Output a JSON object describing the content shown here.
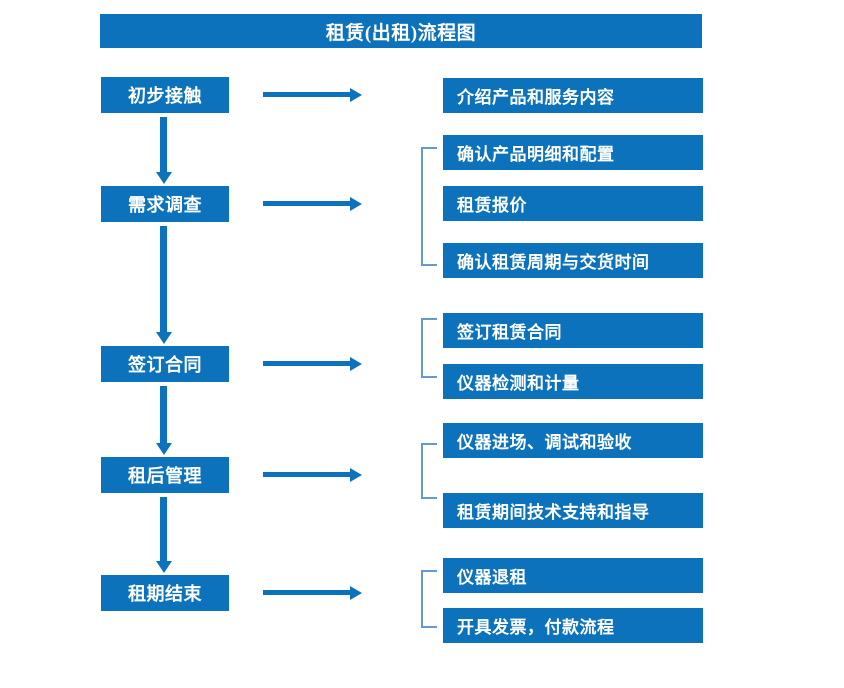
{
  "chart_data": {
    "type": "diagram",
    "title": "租赁(出租)流程图",
    "diagram_kind": "flowchart",
    "orientation": "vertical-with-side-details"
  },
  "title_bar": {
    "text": "租赁(出租)流程图"
  },
  "colors": {
    "box_fill": "#0C72BC",
    "box_text": "#FFFFFF",
    "arrow": "#0C72BC",
    "bracket": "#6699CC",
    "background": "#FFFFFF"
  },
  "stages": [
    {
      "id": "stage-1",
      "label": "初步接触"
    },
    {
      "id": "stage-2",
      "label": "需求调查"
    },
    {
      "id": "stage-3",
      "label": "签订合同"
    },
    {
      "id": "stage-4",
      "label": "租后管理"
    },
    {
      "id": "stage-5",
      "label": "租期结束"
    }
  ],
  "details": [
    {
      "id": "detail-1",
      "label": "介绍产品和服务内容"
    },
    {
      "id": "detail-2",
      "label": "确认产品明细和配置"
    },
    {
      "id": "detail-3",
      "label": "租赁报价"
    },
    {
      "id": "detail-4",
      "label": "确认租赁周期与交货时间"
    },
    {
      "id": "detail-5",
      "label": "签订租赁合同"
    },
    {
      "id": "detail-6",
      "label": "仪器检测和计量"
    },
    {
      "id": "detail-7",
      "label": "仪器进场、调试和验收"
    },
    {
      "id": "detail-8",
      "label": "租赁期间技术支持和指导"
    },
    {
      "id": "detail-9",
      "label": "仪器退租"
    },
    {
      "id": "detail-10",
      "label": "开具发票，付款流程"
    }
  ],
  "groups": [
    {
      "stage": "需求调查",
      "details": [
        "确认产品明细和配置",
        "租赁报价",
        "确认租赁周期与交货时间"
      ]
    },
    {
      "stage": "签订合同",
      "details": [
        "签订租赁合同",
        "仪器检测和计量"
      ]
    },
    {
      "stage": "租后管理",
      "details": [
        "仪器进场、调试和验收",
        "租赁期间技术支持和指导"
      ]
    },
    {
      "stage": "租期结束",
      "details": [
        "仪器退租",
        "开具发票，付款流程"
      ]
    }
  ]
}
